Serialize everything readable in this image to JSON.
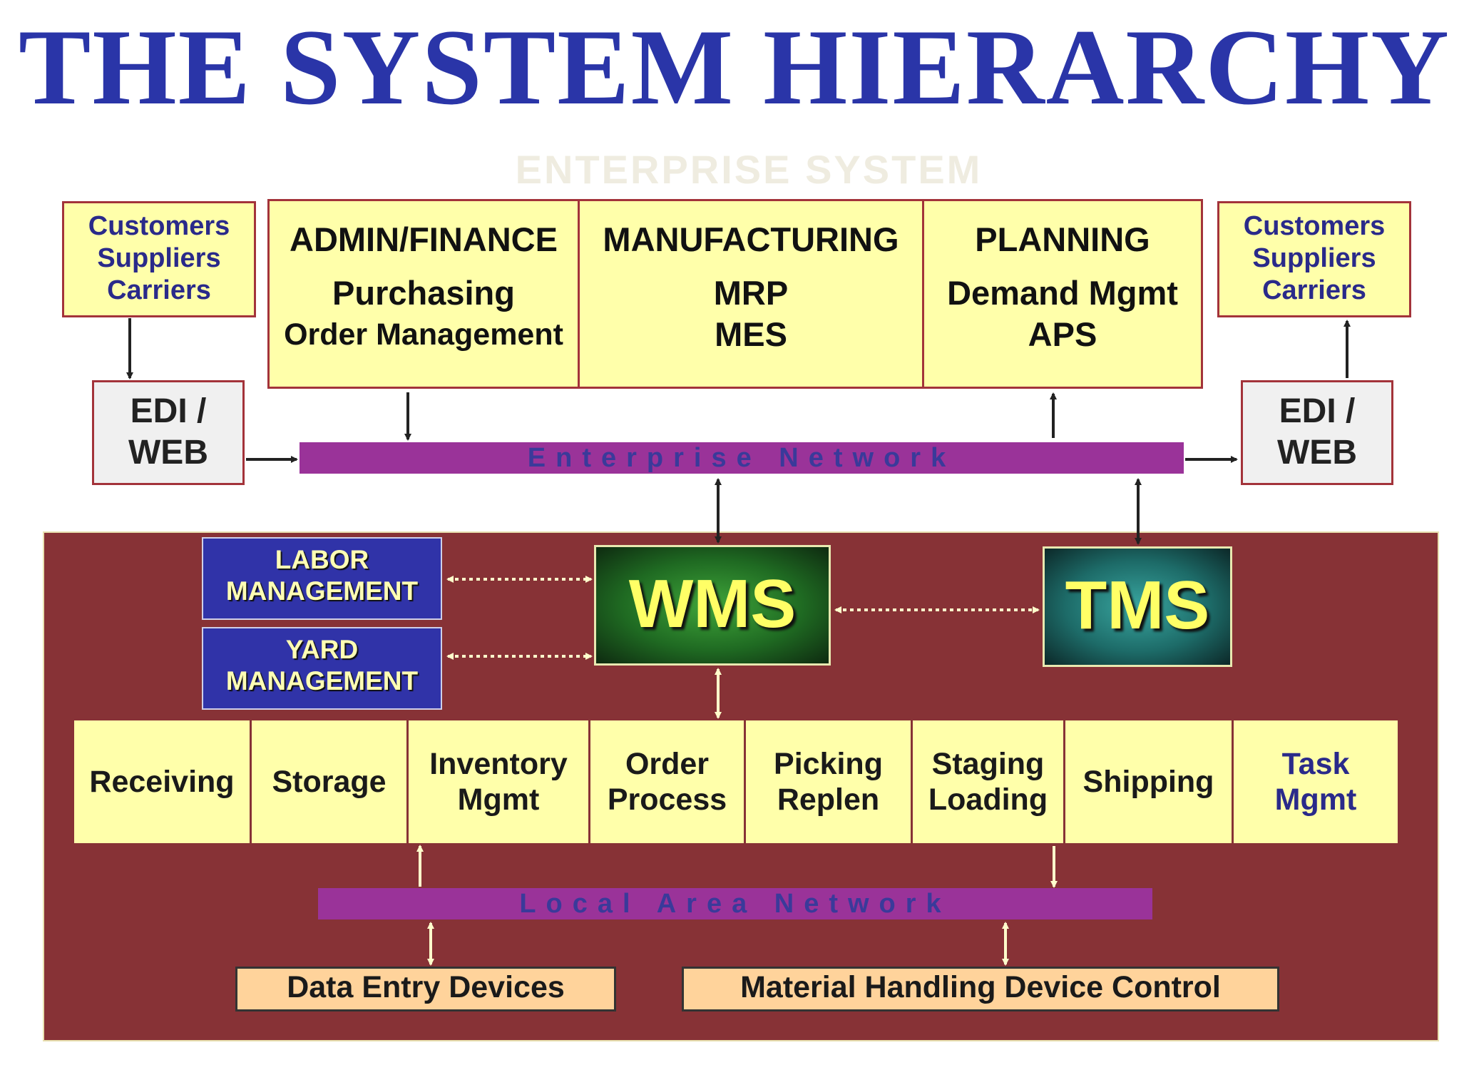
{
  "title": "THE SYSTEM HIERARCHY",
  "enterprise_label": "ENTERPRISE SYSTEM",
  "left_partners": [
    "Customers",
    "Suppliers",
    "Carriers"
  ],
  "right_partners": [
    "Customers",
    "Suppliers",
    "Carriers"
  ],
  "edi_left": [
    "EDI /",
    "WEB"
  ],
  "edi_right": [
    "EDI /",
    "WEB"
  ],
  "enterprise_columns": [
    {
      "heading": "ADMIN/FINANCE",
      "lines": [
        "Purchasing",
        "Order Management"
      ]
    },
    {
      "heading": "MANUFACTURING",
      "lines": [
        "MRP",
        "MES"
      ]
    },
    {
      "heading": "PLANNING",
      "lines": [
        "Demand Mgmt",
        "APS"
      ]
    }
  ],
  "enterprise_network": "Enterprise Network",
  "labor_management": [
    "LABOR",
    "MANAGEMENT"
  ],
  "yard_management": [
    "YARD",
    "MANAGEMENT"
  ],
  "wms": "WMS",
  "tms": "TMS",
  "functions": [
    {
      "lines": [
        "Receiving"
      ]
    },
    {
      "lines": [
        "Storage"
      ]
    },
    {
      "lines": [
        "Inventory",
        "Mgmt"
      ]
    },
    {
      "lines": [
        "Order",
        "Process"
      ]
    },
    {
      "lines": [
        "Picking",
        "Replen"
      ]
    },
    {
      "lines": [
        "Staging",
        "Loading"
      ]
    },
    {
      "lines": [
        "Shipping"
      ]
    },
    {
      "lines": [
        "Task",
        "Mgmt"
      ]
    }
  ],
  "local_area_network": "Local Area Network",
  "data_entry_devices": "Data Entry Devices",
  "material_handling": "Material Handling Device Control",
  "colors": {
    "title": "#2a35a8",
    "box_fill": "#ffffaa",
    "box_border": "#a3333a",
    "network_bar": "#9a3399",
    "warehouse_bg": "#873236",
    "mgmt_box": "#3033a8",
    "wms": "#2f8a2f",
    "tms": "#2b8a86",
    "device_box": "#ffd39b"
  }
}
